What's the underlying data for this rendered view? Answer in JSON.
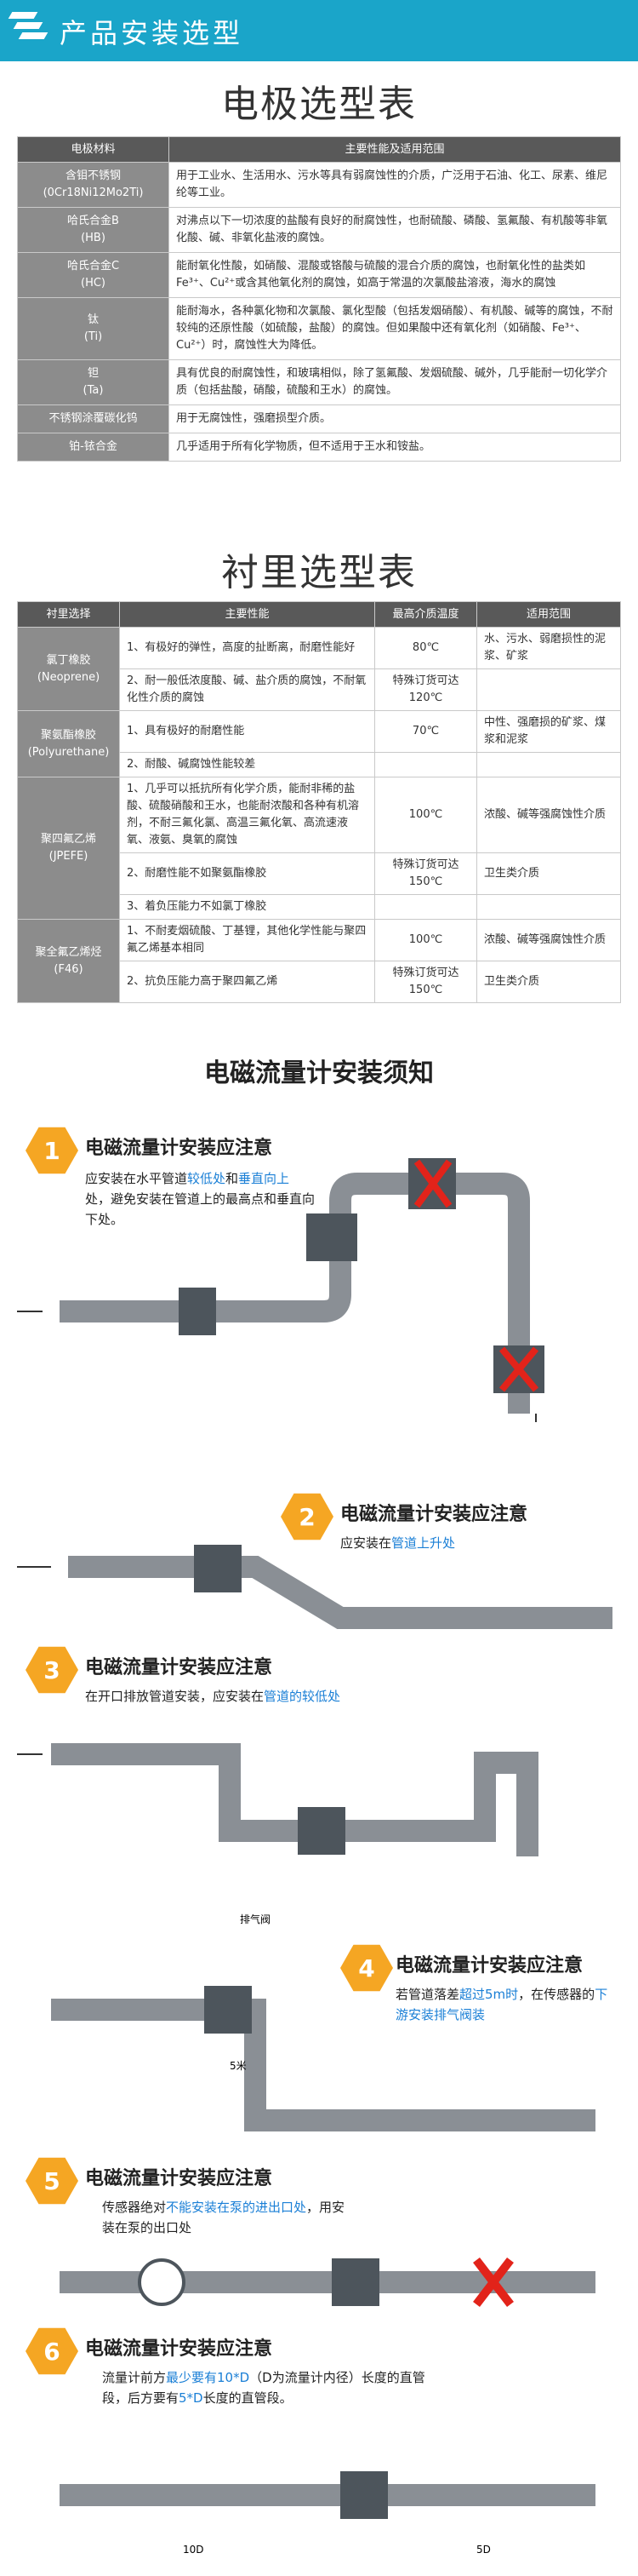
{
  "banner": {
    "title": "产品安装选型"
  },
  "electrode": {
    "title": "电极选型表",
    "headers": [
      "电极材料",
      "主要性能及适用范围"
    ],
    "rows": [
      {
        "name": "含钼不锈钢\n(0Cr18Ni12Mo2Ti)",
        "desc": "用于工业水、生活用水、污水等具有弱腐蚀性的介质，广泛用于石油、化工、尿素、维尼纶等工业。"
      },
      {
        "name": "哈氏合金B\n(HB)",
        "desc": "对沸点以下一切浓度的盐酸有良好的耐腐蚀性，也耐硫酸、磷酸、氢氟酸、有机酸等非氧化酸、碱、非氧化盐液的腐蚀。"
      },
      {
        "name": "哈氏合金C\n(HC)",
        "desc": "能耐氧化性酸，如硝酸、混酸或铬酸与硫酸的混合介质的腐蚀，也耐氧化性的盐类如Fe³⁺、Cu²⁺或含其他氧化剂的腐蚀，如高于常温的次氯酸盐溶液，海水的腐蚀"
      },
      {
        "name": "钛\n(Ti)",
        "desc": "能耐海水，各种氯化物和次氯酸、氯化型酸（包括发烟硝酸）、有机酸、碱等的腐蚀，不耐较纯的还原性酸（如硫酸，盐酸）的腐蚀。但如果酸中还有氧化剂（如硝酸、Fe³⁺、Cu²⁺）时，腐蚀性大为降低。"
      },
      {
        "name": "钽\n(Ta)",
        "desc": "具有优良的耐腐蚀性，和玻璃相似，除了氢氟酸、发烟硫酸、碱外，几乎能耐一切化学介质（包括盐酸，硝酸，硫酸和王水）的腐蚀。"
      },
      {
        "name": "不锈钢涂覆碳化钨",
        "desc": "用于无腐蚀性，强磨损型介质。"
      },
      {
        "name": "铂-铱合金",
        "desc": "几乎适用于所有化学物质，但不适用于王水和铵盐。"
      }
    ]
  },
  "lining": {
    "title": "衬里选型表",
    "headers": [
      "衬里选择",
      "主要性能",
      "最高介质温度",
      "适用范围"
    ],
    "groups": [
      {
        "name": "氯丁橡胶\n(Neoprene)",
        "rows": [
          {
            "perf": "1、有极好的弹性，高度的扯断离，耐磨性能好",
            "temp": "80℃",
            "scope": "水、污水、弱磨损性的泥浆、矿浆"
          },
          {
            "perf": "2、耐一般低浓度酸、碱、盐介质的腐蚀，不耐氧化性介质的腐蚀",
            "temp": "特殊订货可达120℃",
            "scope": ""
          }
        ]
      },
      {
        "name": "聚氨酯橡胶\n(Polyurethane)",
        "rows": [
          {
            "perf": "1、具有极好的耐磨性能",
            "temp": "70℃",
            "scope": "中性、强磨损的矿浆、煤浆和泥浆"
          },
          {
            "perf": "2、耐酸、碱腐蚀性能较差",
            "temp": "",
            "scope": ""
          }
        ]
      },
      {
        "name": "聚四氟乙烯\n(JPEFE)",
        "rows": [
          {
            "perf": "1、几乎可以抵抗所有化学介质，能耐非稀的盐酸、硫酸硝酸和王水，也能耐浓酸和各种有机溶剂，不耐三氟化氯、高温三氟化氧、高流速液氧、液氨、臭氧的腐蚀",
            "temp": "100℃",
            "scope": "浓酸、碱等强腐蚀性介质"
          },
          {
            "perf": "2、耐磨性能不如聚氨酯橡胶",
            "temp": "特殊订货可达150℃",
            "scope": "卫生类介质"
          },
          {
            "perf": "3、着负压能力不如氯丁橡胶",
            "temp": "",
            "scope": ""
          }
        ]
      },
      {
        "name": "聚全氟乙烯烃\n(F46)",
        "rows": [
          {
            "perf": "1、不耐麦烟硫酸、丁基锂，其他化学性能与聚四氟乙烯基本相同",
            "temp": "100℃",
            "scope": "浓酸、碱等强腐蚀性介质"
          },
          {
            "perf": "2、抗负压能力高于聚四氟乙烯",
            "temp": "特殊订货可达150℃",
            "scope": "卫生类介质"
          }
        ]
      }
    ]
  },
  "install": {
    "title": "电磁流量计安装须知",
    "steps": [
      {
        "num": "1",
        "title": "电磁流量计安装应注意",
        "d1": "应安装在水平管道",
        "d1h": "较低处",
        "d1b": "和",
        "d1h2": "垂直向上",
        "d2": "处，避免安装在管道上的最高点和垂直向下处。"
      },
      {
        "num": "2",
        "title": "电磁流量计安装应注意",
        "d1": "应安装在",
        "d1h": "管道上升处"
      },
      {
        "num": "3",
        "title": "电磁流量计安装应注意",
        "d1": "在开口排放管道安装，应安装在",
        "d1h": "管道的较低处"
      },
      {
        "num": "4",
        "title": "电磁流量计安装应注意",
        "d1": "若管道落差",
        "d1h": "超过5m时",
        "d1b": "，在传感器的",
        "d1h2": "下游安装排气阀装",
        "label_valve": "排气阀",
        "label_height": "5米"
      },
      {
        "num": "5",
        "title": "电磁流量计安装应注意",
        "d1": "传感器绝对",
        "d1h": "不能安装在泵的进出口处",
        "d1b": "，用安装在泵的出口处"
      },
      {
        "num": "6",
        "title": "电磁流量计安装应注意",
        "d1": "流量计前方",
        "d1h": "最少要有10*D",
        "d1b": "（D为流量计内径）长度的直管段，后方要有",
        "d1h2": "5*D",
        "d2": "长度的直管段。",
        "l10": "10D",
        "l5": "5D"
      }
    ]
  },
  "colors": {
    "banner": "#1aa5c9",
    "header": "#595959",
    "key": "#8c8c8c",
    "step": "#f5a623",
    "highlight": "#1a7fd6",
    "pipe": "#8a8f95",
    "x": "#e2231a"
  }
}
